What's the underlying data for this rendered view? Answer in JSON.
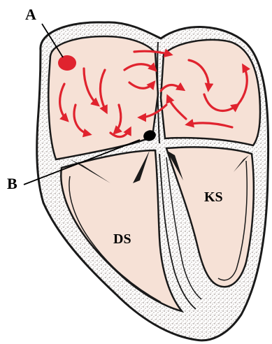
{
  "labels": {
    "a": "A",
    "b": "B",
    "right_ventricle": "DS",
    "left_ventricle": "KS"
  },
  "colors": {
    "tissue": "#f6e1d6",
    "wall_speckle": "#8a7b72",
    "outline": "#1a1a1a",
    "arrow": "#e0232e",
    "node_a": "#e0232e",
    "node_b": "#000000"
  },
  "icons": {
    "node_a": "red-oval-node",
    "node_b": "black-oval-node",
    "impulse": "curved-red-arrow"
  }
}
